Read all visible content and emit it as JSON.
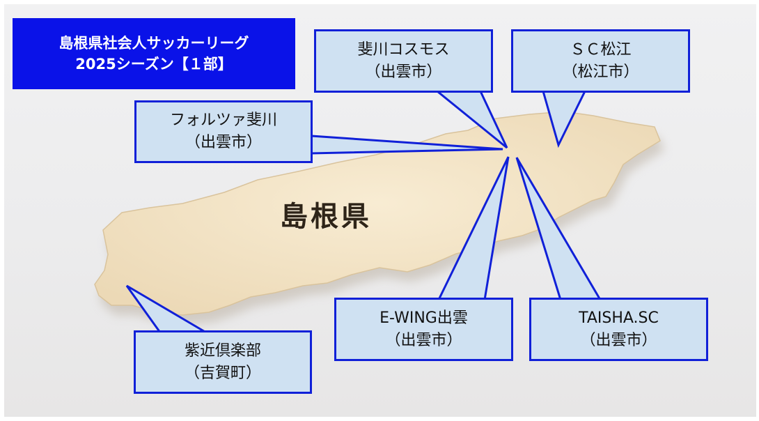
{
  "title": {
    "line1": "島根県社会人サッカーリーグ",
    "line2": "2025シーズン【１部】"
  },
  "map_label": "島根県",
  "teams": [
    {
      "name": "斐川コスモス",
      "city": "（出雲市）"
    },
    {
      "name": "ＳＣ松江",
      "city": "（松江市）"
    },
    {
      "name": "フォルツァ斐川",
      "city": "（出雲市）"
    },
    {
      "name": "E-WING出雲",
      "city": "（出雲市）"
    },
    {
      "name": "TAISHA.SC",
      "city": "（出雲市）"
    },
    {
      "name": "紫近倶楽部",
      "city": "（吉賀町）"
    }
  ],
  "colors": {
    "title_bg": "#0a12e8",
    "callout_fill": "#cfe1f2",
    "callout_border": "#1020d8",
    "map_fill": "#f3e5c8"
  }
}
